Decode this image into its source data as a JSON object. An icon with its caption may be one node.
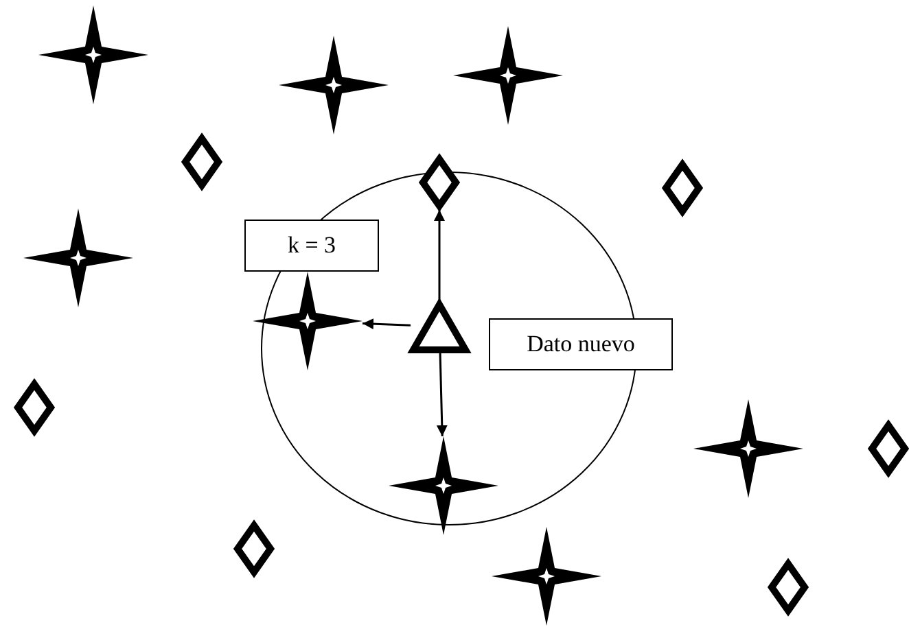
{
  "diagram": {
    "nodes": [
      {
        "text": [],
        "shape": "star"
      },
      {
        "text": [],
        "shape": "star"
      },
      {
        "text": [],
        "shape": "star"
      },
      {
        "text": [],
        "shape": "diamond"
      },
      {
        "text": [],
        "shape": "circle"
      },
      {
        "text": [],
        "shape": "diamond",
        "in": 4
      },
      {
        "text": [],
        "shape": "diamond"
      },
      {
        "text": [
          "k = 3"
        ]
      },
      {
        "text": [],
        "shape": "star"
      },
      {
        "text": [],
        "shape": "star"
      },
      {
        "text": [],
        "shape": "triangle",
        "in": 4
      },
      {
        "text": [
          "Dato nuevo"
        ]
      },
      {
        "text": [],
        "shape": "diamond"
      },
      {
        "text": [],
        "shape": "star"
      },
      {
        "text": [],
        "shape": "diamond"
      },
      {
        "text": [],
        "shape": "star"
      },
      {
        "text": [],
        "shape": "diamond"
      },
      {
        "text": [],
        "shape": "star"
      },
      {
        "text": [],
        "shape": "diamond"
      }
    ],
    "edges": [
      {
        "from": 10,
        "to": 5,
        "arrow": "to"
      },
      {
        "from": 10,
        "to": 9,
        "arrow": "to"
      },
      {
        "from": 10,
        "to": 15,
        "arrow": "to"
      }
    ]
  }
}
